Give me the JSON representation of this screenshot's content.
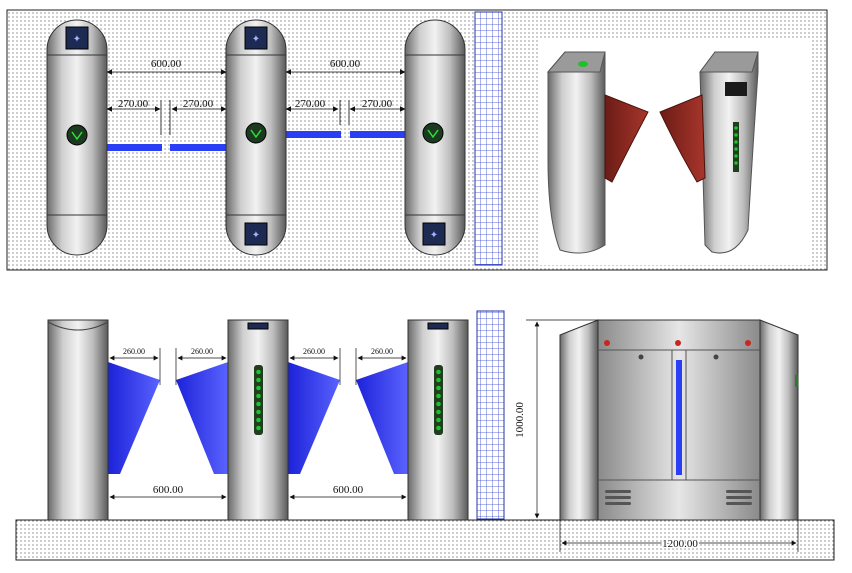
{
  "top_view": {
    "dim_pitch_left": "600.00",
    "dim_pitch_right": "600.00",
    "dim_gap_1": "270.00",
    "dim_gap_2": "270.00",
    "dim_gap_3": "270.00",
    "dim_gap_4": "270.00"
  },
  "front_view": {
    "dim_flap_1": "260.00",
    "dim_flap_2": "260.00",
    "dim_flap_3": "260.00",
    "dim_flap_4": "260.00",
    "dim_lane_left": "600.00",
    "dim_lane_right": "600.00"
  },
  "side_view": {
    "dim_height": "1000.00",
    "dim_length": "1200.00"
  },
  "colors": {
    "flap_blue": "#3a3ef0",
    "bar_blue": "#2a3ff5",
    "led_green": "#1fc12a",
    "photo_flap_red": "#8b2a22",
    "indicator_red": "#c8261e"
  }
}
